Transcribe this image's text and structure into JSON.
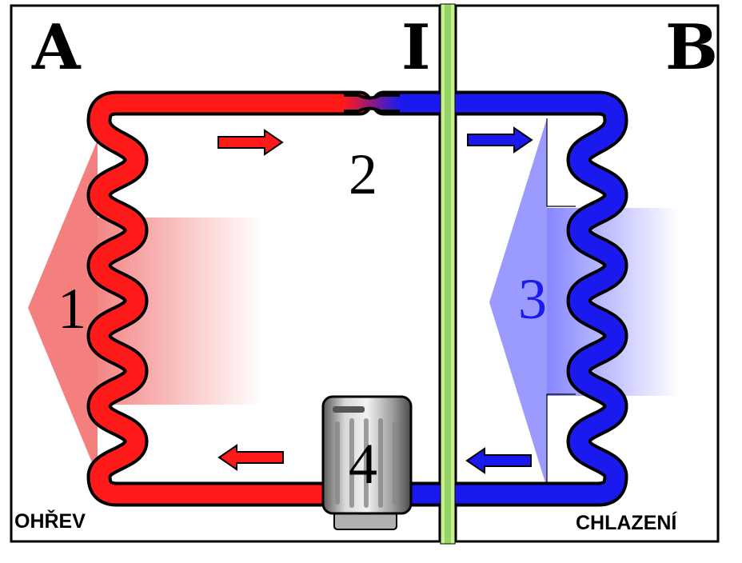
{
  "labels": {
    "region_a": "A",
    "region_b": "B",
    "divider": "I",
    "condenser": "1",
    "expansion_valve": "2",
    "evaporator": "3",
    "compressor": "4",
    "heating": "OHŘEV",
    "cooling": "CHLAZENÍ"
  },
  "colors": {
    "hot": "#ff1a1a",
    "cold": "#1a1aee",
    "wall": "#c8f08c",
    "wall_core": "#4caf50",
    "outline": "#000000"
  },
  "icons": {
    "flow_arrows": "arrow-icon",
    "compressor": "compressor-icon"
  }
}
